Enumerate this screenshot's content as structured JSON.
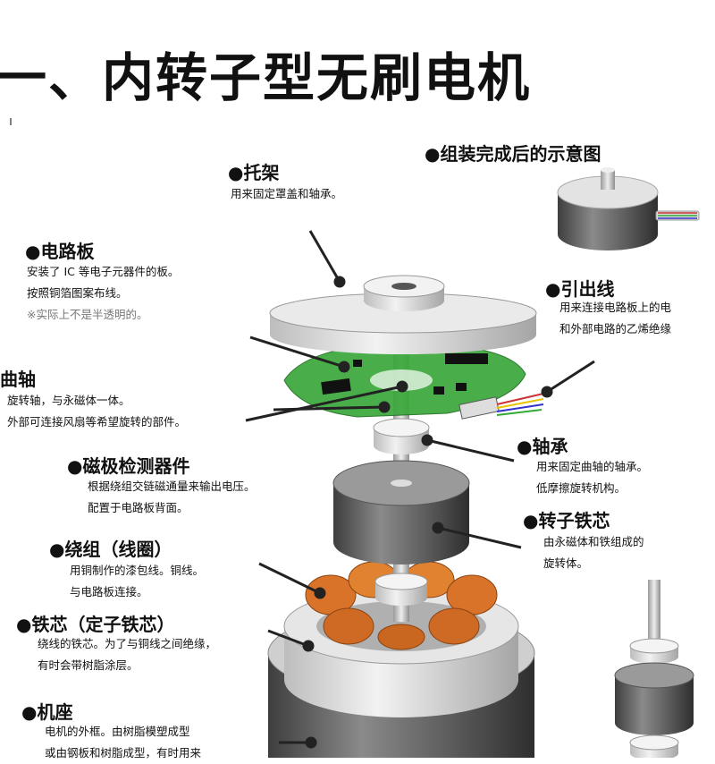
{
  "title": "一、内转子型无刷电机",
  "parts": {
    "bracket": {
      "label": "●托架",
      "lines": [
        "用来固定罩盖和轴承。"
      ]
    },
    "assembled": {
      "label": "●组装完成后的示意图"
    },
    "pcb": {
      "label": "●电路板",
      "lines": [
        "安装了 IC 等电子元器件的板。",
        "按照铜箔图案布线。"
      ],
      "note": "※实际上不是半透明的。"
    },
    "lead_wire": {
      "label": "●引出线",
      "lines": [
        "用来连接电路板上的电",
        "和外部电路的乙烯绝缘"
      ]
    },
    "shaft": {
      "label": "曲轴",
      "lines": [
        "旋转轴，与永磁体一体。",
        "外部可连接风扇等希望旋转的部件。"
      ]
    },
    "bearing": {
      "label": "●轴承",
      "lines": [
        "用来固定曲轴的轴承。",
        "低摩擦旋转机构。"
      ]
    },
    "hall_sensor": {
      "label": "●磁极检测器件",
      "lines": [
        "根据绕组交链磁通量来输出电压。",
        "配置于电路板背面。"
      ]
    },
    "rotor_core": {
      "label": "●转子铁芯",
      "lines": [
        "由永磁体和铁组成的",
        "旋转体。"
      ]
    },
    "winding": {
      "label": "●绕组（线圈）",
      "lines": [
        "用铜制作的漆包线。铜线。",
        "与电路板连接。"
      ]
    },
    "stator_core": {
      "label": "●铁芯（定子铁芯）",
      "lines": [
        "绕线的铁芯。为了与铜线之间绝缘，",
        "有时会带树脂涂层。"
      ]
    },
    "housing": {
      "label": "●机座",
      "lines": [
        "电机的外框。由树脂模塑成型",
        "或由钢板和树脂成型，有时用来"
      ]
    }
  },
  "colors": {
    "pcb": "#3aa83a",
    "coil": "#d9732a",
    "metal": "#8a8a8a",
    "dark_metal": "#4f4f4f"
  }
}
